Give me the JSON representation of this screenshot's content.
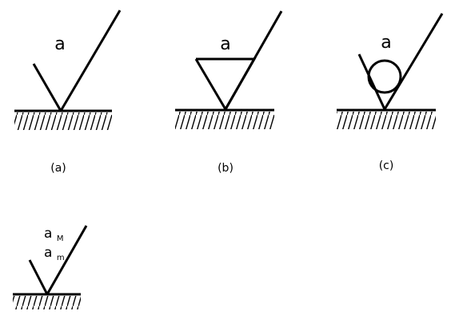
{
  "symbols": [
    {
      "id": "a",
      "param": "a",
      "caption": "(a)"
    },
    {
      "id": "b",
      "param": "a",
      "caption": "(b)"
    },
    {
      "id": "c",
      "param": "a",
      "caption": "(c)"
    },
    {
      "id": "d",
      "param_max": "a",
      "param_max_sub": "M",
      "param_min": "a",
      "param_min_sub": "m"
    }
  ]
}
